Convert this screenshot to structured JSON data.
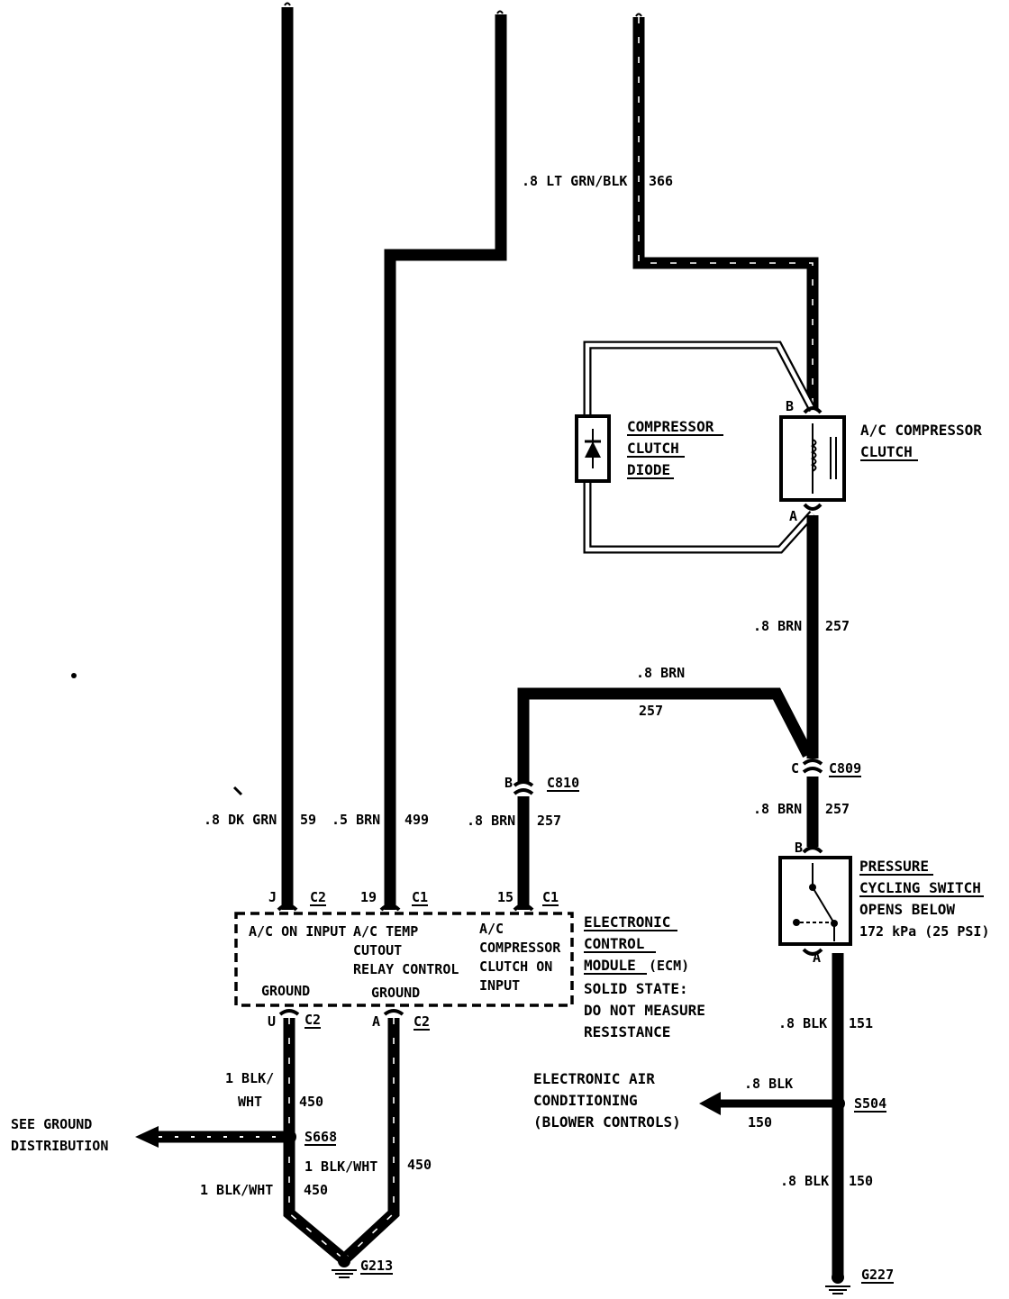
{
  "wires": {
    "w366": {
      "gauge": ".8 LT GRN/BLK",
      "circuit": "366"
    },
    "w257_top": {
      "gauge": ".8 BRN",
      "circuit": "257"
    },
    "w257_mid": {
      "gauge": ".8 BRN",
      "circuit": "257"
    },
    "w257_right": {
      "gauge": ".8 BRN",
      "circuit": "257"
    },
    "w257_left": {
      "gauge": ".8 BRN",
      "circuit": "257"
    },
    "w59": {
      "gauge": ".8 DK GRN",
      "circuit": "59"
    },
    "w499": {
      "gauge": ".5 BRN",
      "circuit": "499"
    },
    "w450_left_top": {
      "gauge_line1": "1 BLK/",
      "gauge_line2": "WHT",
      "circuit": "450"
    },
    "w450_left_bot": {
      "gauge": "1 BLK/WHT",
      "circuit": "450"
    },
    "w450_right": {
      "gauge": "1 BLK/WHT",
      "circuit": "450"
    },
    "w151": {
      "gauge": ".8 BLK",
      "circuit": "151"
    },
    "w150_branch": {
      "gauge": ".8 BLK",
      "circuit": "150"
    },
    "w150_bottom": {
      "gauge": ".8 BLK",
      "circuit": "150"
    },
    "ground_dist": {
      "gauge": "",
      "circuit": ""
    }
  },
  "components": {
    "diode": {
      "line1": "COMPRESSOR",
      "line2": "CLUTCH",
      "line3": "DIODE"
    },
    "clutch": {
      "line1": "A/C COMPRESSOR",
      "line2": "CLUTCH",
      "pin_top": "B",
      "pin_bottom": "A"
    },
    "pressure_switch": {
      "line1": "PRESSURE",
      "line2": "CYCLING SWITCH",
      "line3": "OPENS BELOW",
      "line4": "172 kPa (25 PSI)",
      "pin_top": "B",
      "pin_bottom": "A"
    },
    "ecm": {
      "title1": "ELECTRONIC",
      "title2": "CONTROL",
      "title3": "MODULE",
      "title3b": "(ECM)",
      "note1": "SOLID STATE:",
      "note2": "DO NOT MEASURE",
      "note3": "RESISTANCE",
      "func_ac_on": "A/C ON INPUT",
      "func_temp1": "A/C TEMP",
      "func_temp2": "CUTOUT",
      "func_temp3": "RELAY CONTROL",
      "func_comp1": "A/C",
      "func_comp2": "COMPRESSOR",
      "func_comp3": "CLUTCH ON",
      "func_comp4": "INPUT",
      "ground1": "GROUND",
      "ground2": "GROUND"
    },
    "blower": {
      "line1": "ELECTRONIC AIR",
      "line2": "CONDITIONING",
      "line3": "(BLOWER CONTROLS)"
    },
    "ground_dist": {
      "line1": "SEE GROUND",
      "line2": "DISTRIBUTION"
    }
  },
  "connectors": {
    "c809": {
      "name": "C809",
      "pin": "C"
    },
    "c810": {
      "name": "C810",
      "pin": "B"
    },
    "ecm_j": {
      "pin": "J",
      "conn": "C2"
    },
    "ecm_19": {
      "pin": "19",
      "conn": "C1"
    },
    "ecm_15": {
      "pin": "15",
      "conn": "C1"
    },
    "ecm_u": {
      "pin": "U",
      "conn": "C2"
    },
    "ecm_a": {
      "pin": "A",
      "conn": "C2"
    }
  },
  "splices": {
    "s668": "S668",
    "s504": "S504"
  },
  "grounds": {
    "g213": "G213",
    "g227": "G227"
  }
}
